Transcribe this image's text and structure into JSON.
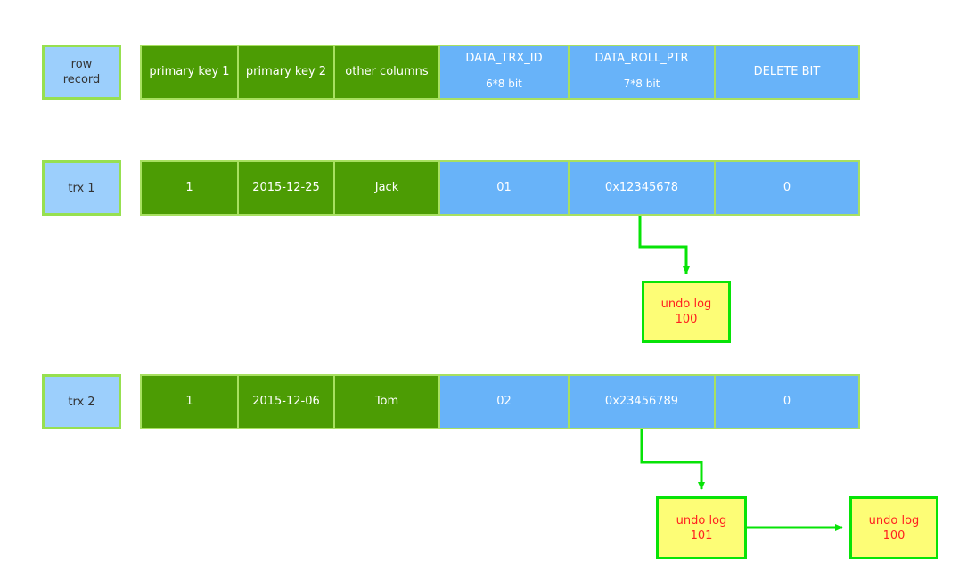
{
  "diagram": {
    "title": "InnoDB row record, DATA_TRX_ID / DATA_ROLL_PTR and undo log chain",
    "colors": {
      "green_cell": "#4c9c04",
      "blue_cell": "#68b3f9",
      "cell_border": "#a8e061",
      "label_box_fill": "#9ccffc",
      "undo_fill": "#fdfd76",
      "undo_border": "#07e307",
      "undo_text": "#ff2020",
      "connector": "#07e307",
      "background": "#ffffff"
    },
    "columns": [
      {
        "key": "primary_key_1",
        "label": "primary key 1",
        "type": "green"
      },
      {
        "key": "primary_key_2",
        "label": "primary key 2",
        "type": "green"
      },
      {
        "key": "other_columns",
        "label": "other columns",
        "type": "green"
      },
      {
        "key": "data_trx_id",
        "label": "DATA_TRX_ID",
        "sub": "6*8 bit",
        "type": "blue"
      },
      {
        "key": "data_roll_ptr",
        "label": "DATA_ROLL_PTR",
        "sub": "7*8 bit",
        "type": "blue"
      },
      {
        "key": "delete_bit",
        "label": "DELETE BIT",
        "type": "blue"
      }
    ],
    "rows": [
      {
        "label": "row\nrecord",
        "is_header": true,
        "cells": [
          {
            "value": "primary key 1",
            "sub": "",
            "type": "green"
          },
          {
            "value": "primary key 2",
            "sub": "",
            "type": "green"
          },
          {
            "value": "other columns",
            "sub": "",
            "type": "green"
          },
          {
            "value": "DATA_TRX_ID",
            "sub": "6*8 bit",
            "type": "blue"
          },
          {
            "value": "DATA_ROLL_PTR",
            "sub": "7*8 bit",
            "type": "blue"
          },
          {
            "value": "DELETE BIT",
            "sub": "",
            "type": "blue"
          }
        ]
      },
      {
        "label": "trx 1",
        "is_header": false,
        "cells": [
          {
            "value": "1",
            "sub": "",
            "type": "green"
          },
          {
            "value": "2015-12-25",
            "sub": "",
            "type": "green"
          },
          {
            "value": "Jack",
            "sub": "",
            "type": "green"
          },
          {
            "value": "01",
            "sub": "",
            "type": "blue"
          },
          {
            "value": "0x12345678",
            "sub": "",
            "type": "blue"
          },
          {
            "value": "0",
            "sub": "",
            "type": "blue"
          }
        ]
      },
      {
        "label": "trx 2",
        "is_header": false,
        "cells": [
          {
            "value": "1",
            "sub": "",
            "type": "green"
          },
          {
            "value": "2015-12-06",
            "sub": "",
            "type": "green"
          },
          {
            "value": "Tom",
            "sub": "",
            "type": "green"
          },
          {
            "value": "02",
            "sub": "",
            "type": "blue"
          },
          {
            "value": "0x23456789",
            "sub": "",
            "type": "blue"
          },
          {
            "value": "0",
            "sub": "",
            "type": "blue"
          }
        ]
      }
    ],
    "undo_logs": [
      {
        "id": "undo-log-100-a",
        "label": "undo log\n100"
      },
      {
        "id": "undo-log-101",
        "label": "undo log\n101"
      },
      {
        "id": "undo-log-100-b",
        "label": "undo log\n100"
      }
    ],
    "connectors": [
      {
        "name": "trx1-rollptr-to-undo100",
        "from": "trx 1 DATA_ROLL_PTR",
        "to": "undo log 100"
      },
      {
        "name": "trx2-rollptr-to-undo101",
        "from": "trx 2 DATA_ROLL_PTR",
        "to": "undo log 101"
      },
      {
        "name": "undo101-to-undo100",
        "from": "undo log 101",
        "to": "undo log 100"
      }
    ]
  }
}
